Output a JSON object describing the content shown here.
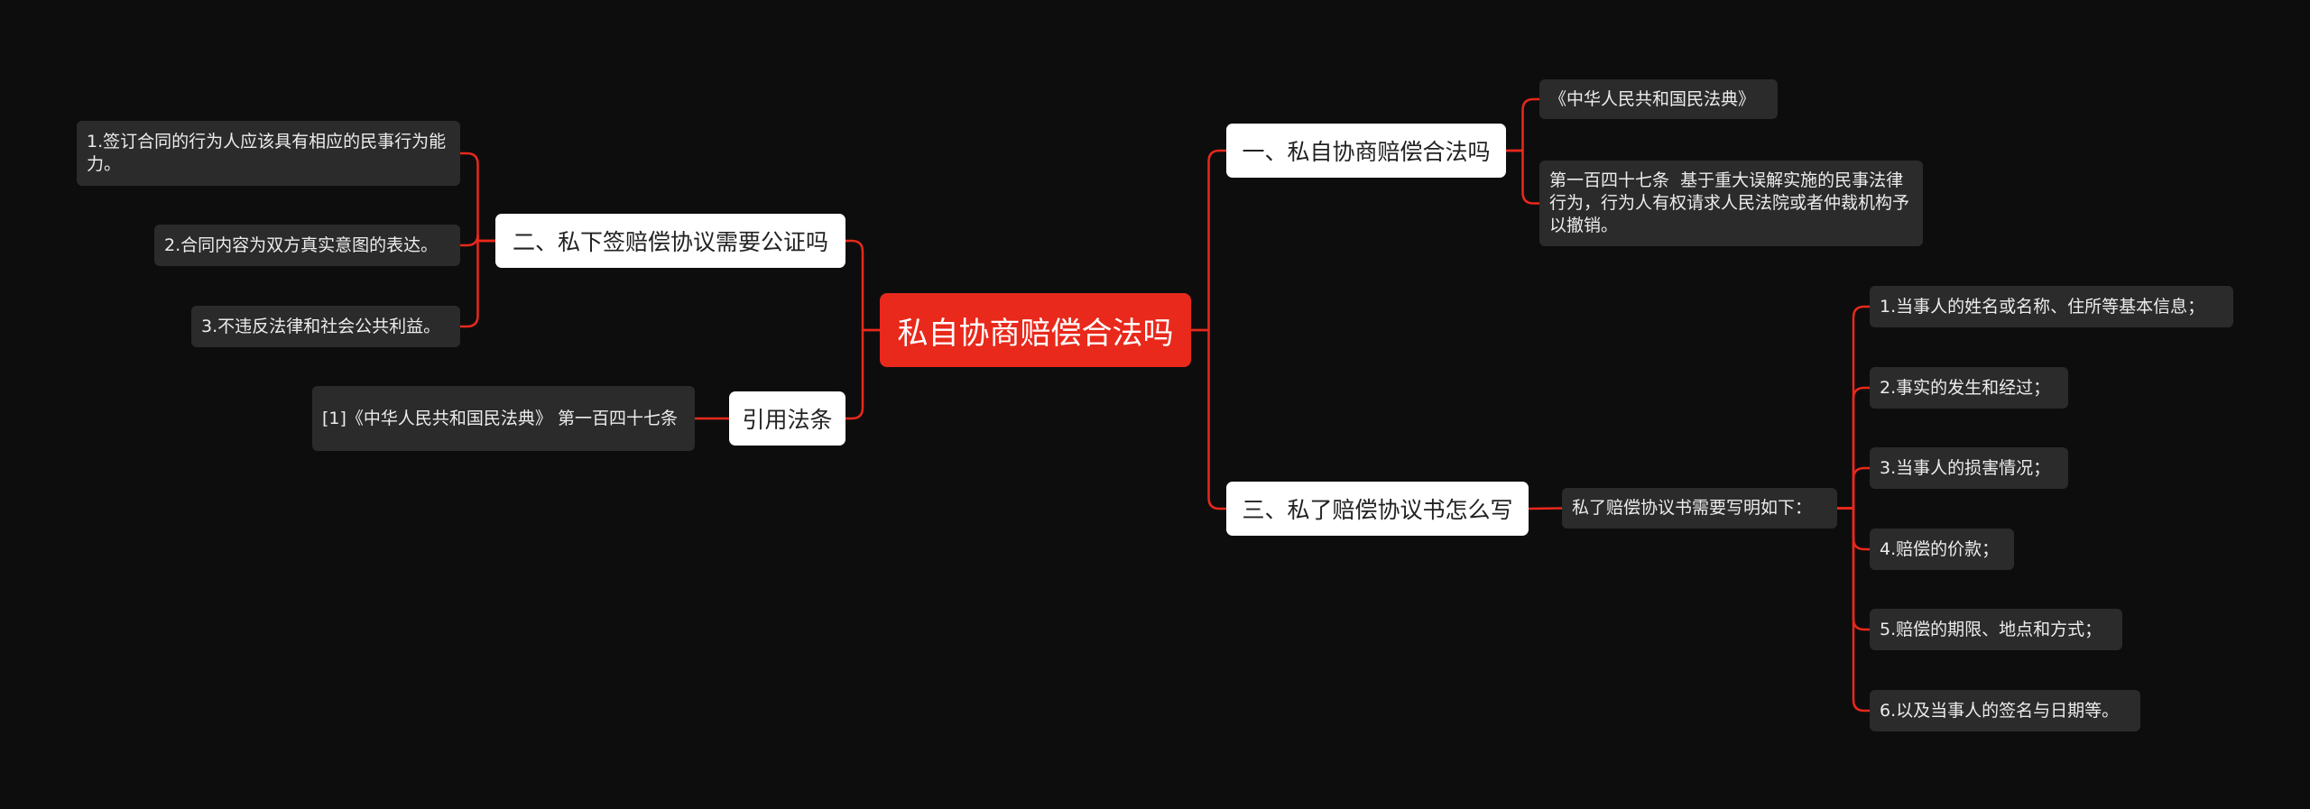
{
  "theme": {
    "background": "#0e0d0e",
    "line_color": "#e8291b",
    "root_fill": "#e8291b",
    "branch_fill": "#ffffff",
    "leaf_fill": "#2b2b2b"
  },
  "mindmap": {
    "root": "私自协商赔偿合法吗",
    "branches": [
      {
        "title": "一、私自协商赔偿合法吗",
        "side": "right",
        "children": [
          {
            "text": "《中华人民共和国民法典》"
          },
          {
            "text": "第一百四十七条  基于重大误解实施的民事法律行为，行为人有权请求人民法院或者仲裁机构予以撤销。"
          }
        ]
      },
      {
        "title": "三、私了赔偿协议书怎么写",
        "side": "right",
        "children": [
          {
            "text": "私了赔偿协议书需要写明如下：",
            "children": [
              {
                "text": "1.当事人的姓名或名称、住所等基本信息；"
              },
              {
                "text": "2.事实的发生和经过；"
              },
              {
                "text": "3.当事人的损害情况；"
              },
              {
                "text": "4.赔偿的价款；"
              },
              {
                "text": "5.赔偿的期限、地点和方式；"
              },
              {
                "text": "6.以及当事人的签名与日期等。"
              }
            ]
          }
        ]
      },
      {
        "title": "二、私下签赔偿协议需要公证吗",
        "side": "left",
        "children": [
          {
            "text": "1.签订合同的行为人应该具有相应的民事行为能力。"
          },
          {
            "text": "2.合同内容为双方真实意图的表达。"
          },
          {
            "text": "3.不违反法律和社会公共利益。"
          }
        ]
      },
      {
        "title": "引用法条",
        "side": "left",
        "children": [
          {
            "text": "[1]《中华人民共和国民法典》 第一百四十七条"
          }
        ]
      }
    ]
  }
}
